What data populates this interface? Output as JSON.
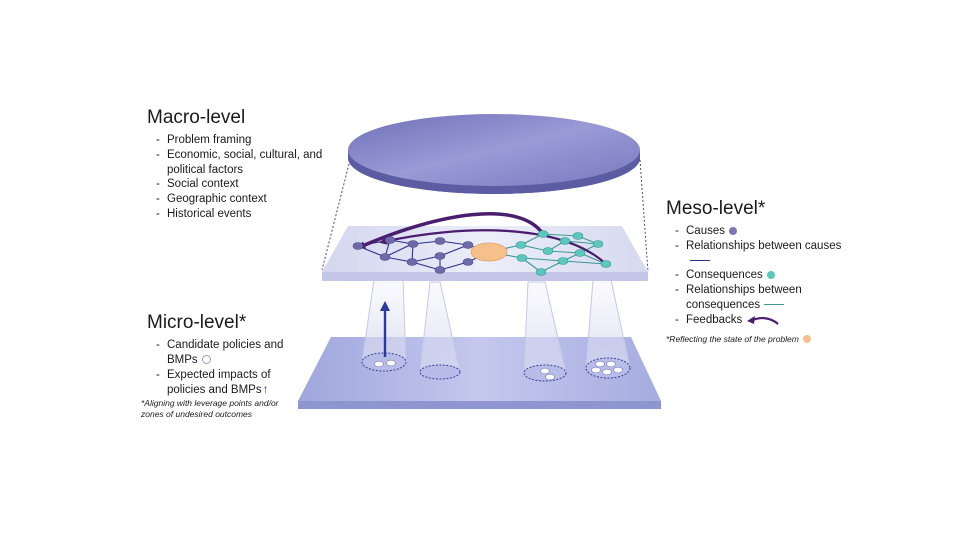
{
  "macro": {
    "title": "Macro-level",
    "items": [
      "Problem framing",
      "Economic, social, cultural, and political factors",
      "Social context",
      "Geographic context",
      "Historical events"
    ]
  },
  "meso": {
    "title": "Meso-level*",
    "items": [
      "Causes",
      "Relationships between causes",
      "Consequences",
      "Relationships between consequences",
      "Feedbacks"
    ],
    "note": "*Reflecting the state of the problem"
  },
  "micro": {
    "title": "Micro-level*",
    "items": [
      "Candidate policies and BMPs",
      "Expected impacts of policies and BMPs"
    ],
    "note": "*Aligning with leverage points and/or zones of undesired outcomes"
  },
  "colors": {
    "macro_disc": "#7c7cc4",
    "meso_plane": "#dadcf0",
    "micro_plane": "#a9b0e0",
    "cause_node": "#6e6aa8",
    "cause_line": "#2a2f8f",
    "consequence_node": "#5cc7bd",
    "consequence_line": "#3a9a93",
    "state_node": "#f6c08c",
    "feedback_arrow": "#4b1d6e",
    "impact_arrow": "#2a3aa0"
  }
}
